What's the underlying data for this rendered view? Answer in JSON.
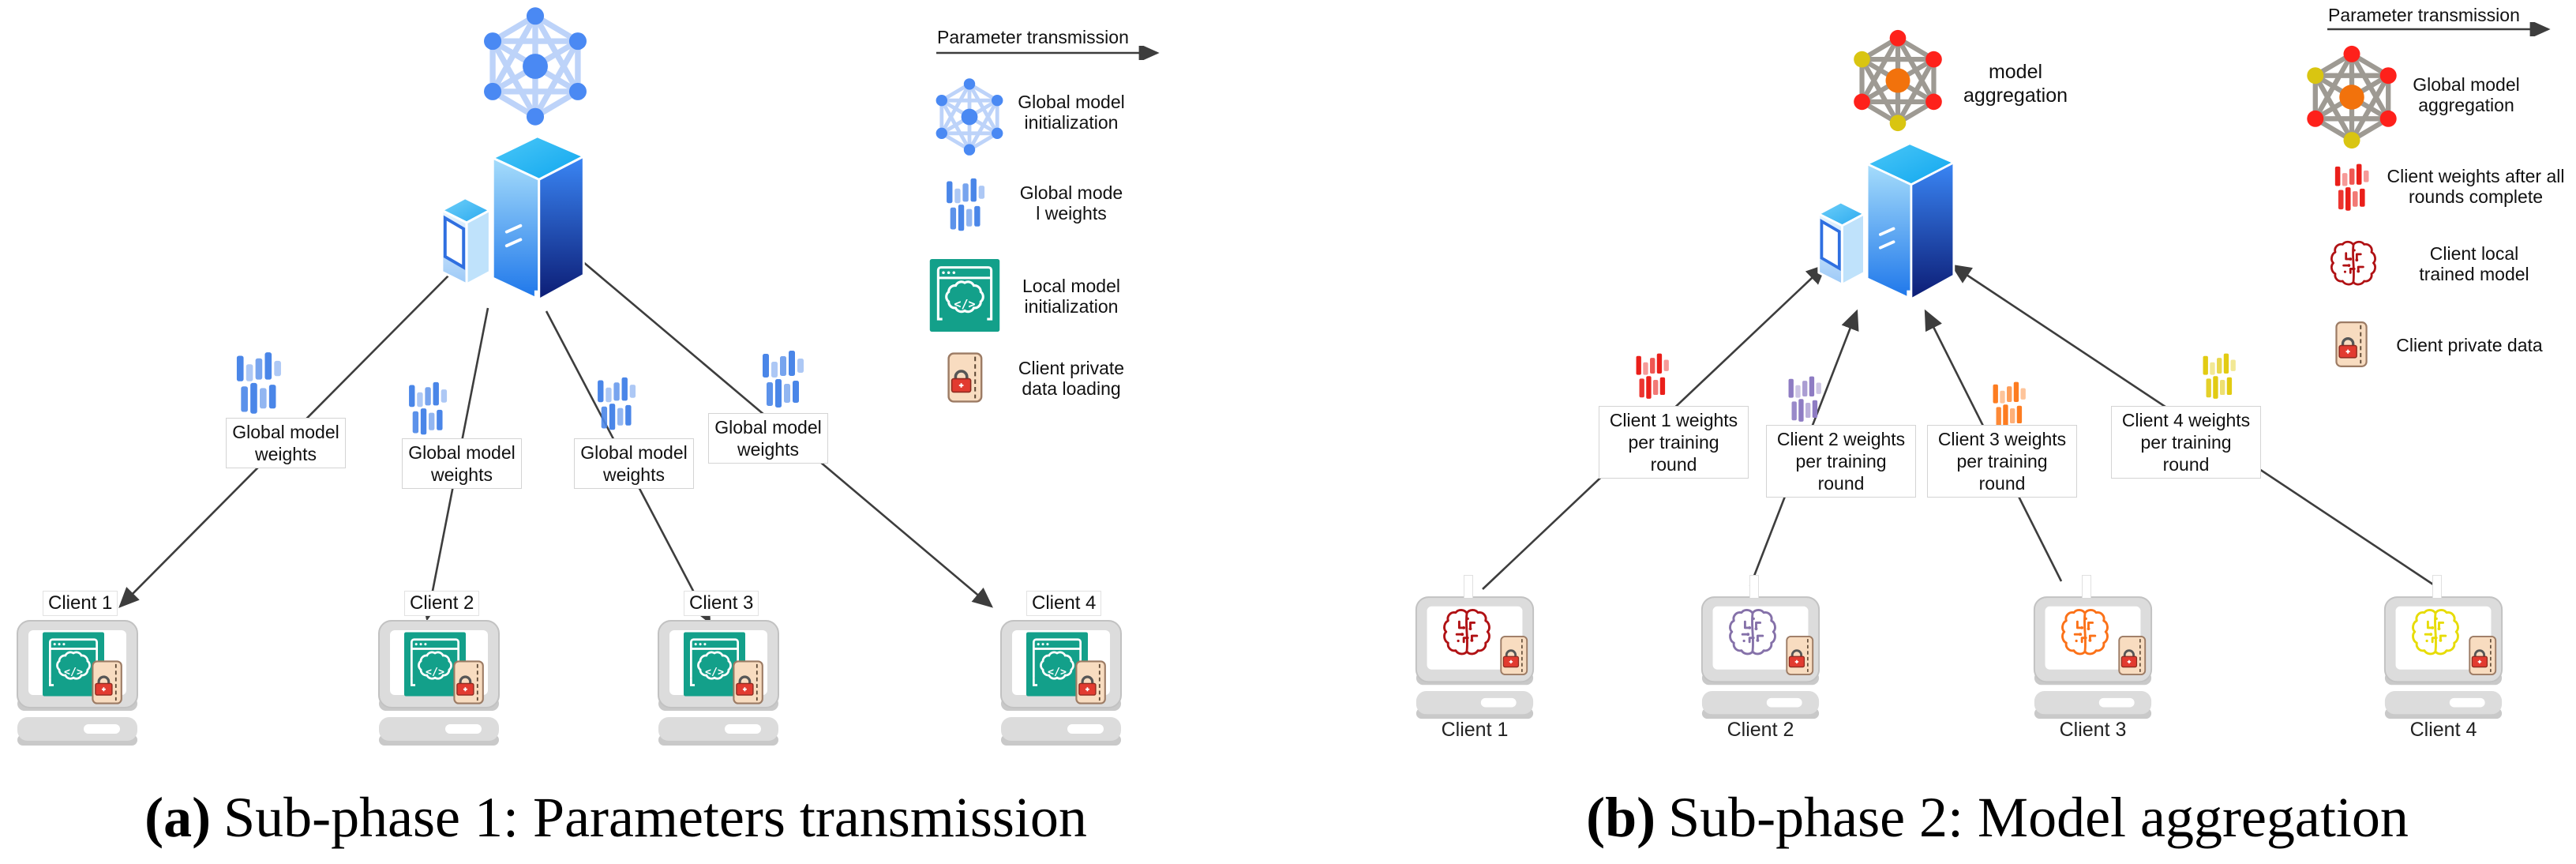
{
  "colors": {
    "arrow": "#3d3d3d",
    "mesh_blue_node": "#4a89f3",
    "mesh_blue_edge": "#bdd3f9",
    "mesh_warm_edge": "#9e9a93",
    "mesh_warm_red": "#fe211b",
    "mesh_warm_yellow": "#d9c511",
    "mesh_warm_center": "#f2720c",
    "bars_blue": "#4a86e8",
    "bars_red": "#ea1f1a",
    "bars_purple": "#8e7cc3",
    "bars_orange": "#fd7c20",
    "bars_yellow": "#e2cb12",
    "brain_red": "#b01114",
    "brain_purple": "#8571a9",
    "brain_orange": "#fb7118",
    "brain_yellow": "#e7dc04",
    "green_app": "#13a08a",
    "lock_bg": "#f8dcc0",
    "lock_border": "#9c7b64",
    "lock_red": "#e23b30",
    "laptop_gray": "#dcdcdc",
    "laptop_shadow": "#c9c9c9"
  },
  "panel_a": {
    "legend": {
      "title": "Parameter transmission",
      "items": [
        {
          "label": "Global model\ninitialization"
        },
        {
          "label": "Global mode\nl weights"
        },
        {
          "label": "Local model\ninitialization"
        },
        {
          "label": "Client private\ndata loading"
        }
      ]
    },
    "arrow_labels": [
      "Global model weights",
      "Global model weights",
      "Global  model weights",
      "Global model weights"
    ],
    "clients": [
      {
        "label": "Client 1"
      },
      {
        "label": "Client 2"
      },
      {
        "label": "Client 3"
      },
      {
        "label": "Client 4"
      }
    ],
    "caption": {
      "marker": "(a)",
      "text": "Sub-phase 1: Parameters transmission"
    }
  },
  "panel_b": {
    "server_annotation": "model\naggregation",
    "legend": {
      "title": "Parameter transmission",
      "items": [
        {
          "label": "Global model\naggregation"
        },
        {
          "label": "Client weights after all\nrounds complete"
        },
        {
          "label": "Client local\ntrained model"
        },
        {
          "label": "Client private data"
        }
      ]
    },
    "arrow_labels": [
      "Client 1 weights per training round",
      "Client 2 weights per training round",
      "Client 3 weights per training round",
      "Client 4 weights per training round"
    ],
    "clients": [
      {
        "label": "Client 1"
      },
      {
        "label": "Client 2"
      },
      {
        "label": "Client 3"
      },
      {
        "label": "Client 4"
      }
    ],
    "caption": {
      "marker": "(b)",
      "text": "Sub-phase 2: Model aggregation"
    }
  }
}
